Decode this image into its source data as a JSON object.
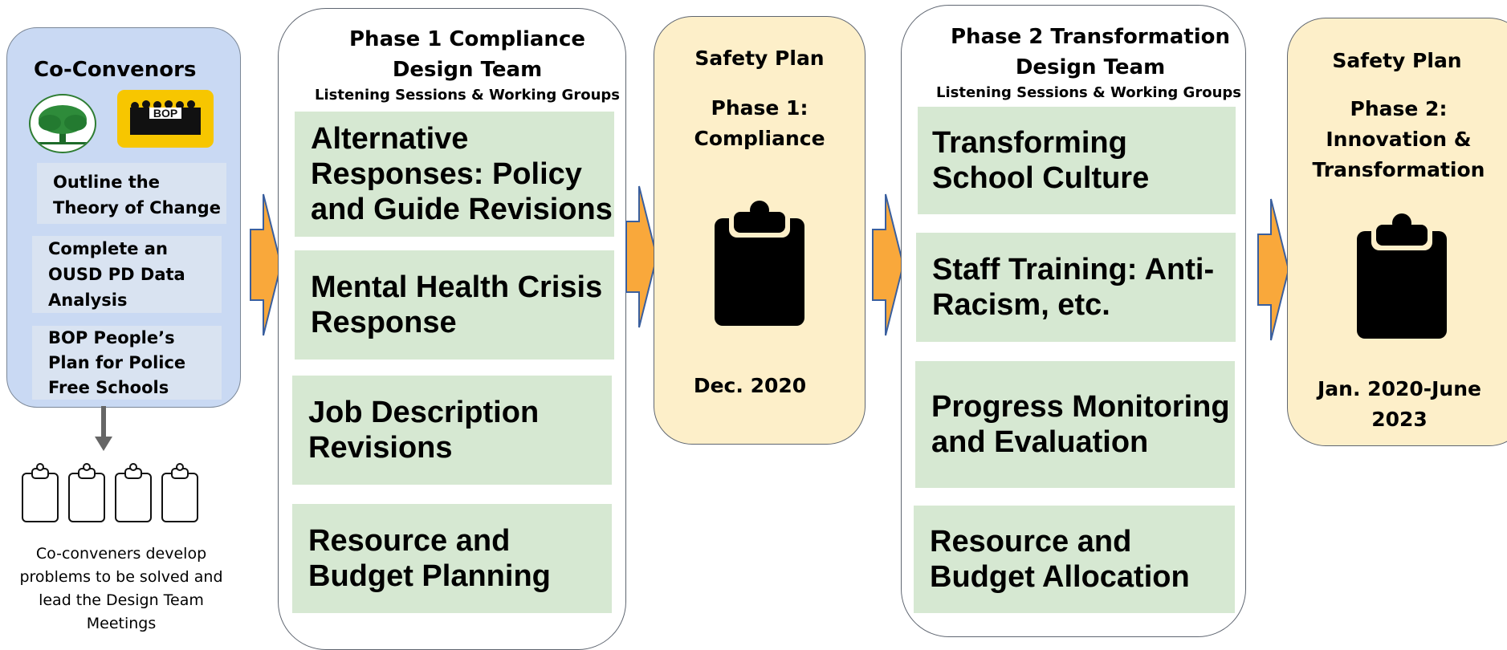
{
  "coconvenors": {
    "title": "Co-Convenors",
    "tasks": [
      "Outline the Theory of Change",
      "Complete an OUSD PD Data Analysis",
      "BOP People’s Plan for Police Free Schools"
    ],
    "logo_text": "BOP",
    "caption": "Co-conveners develop problems to be solved and lead the Design Team Meetings"
  },
  "phase1": {
    "title": "Phase 1 Compliance Design Team",
    "subtitle": "Listening Sessions & Working Groups",
    "items": [
      "Alternative Responses: Policy and Guide Revisions",
      "Mental Health Crisis Response",
      "Job Description Revisions",
      "Resource and Budget Planning"
    ]
  },
  "safety1": {
    "title": "Safety Plan",
    "phase": "Phase 1: Compliance",
    "date": "Dec. 2020"
  },
  "phase2": {
    "title": "Phase 2 Transformation Design Team",
    "subtitle": "Listening Sessions & Working Groups",
    "items": [
      "Transforming School Culture",
      "Staff Training: Anti-Racism, etc.",
      "Progress Monitoring and Evaluation",
      "Resource and Budget Allocation"
    ]
  },
  "safety2": {
    "title": "Safety Plan",
    "phase": "Phase 2: Innovation & Transformation",
    "date": "Jan. 2020-June 2023"
  },
  "colors": {
    "convenor_fill": "#c9d9f3",
    "green_fill": "#d6e8d2",
    "safety_fill": "#fdefc9",
    "arrow_fill": "#f9a83b",
    "arrow_stroke": "#3a5f9e"
  }
}
